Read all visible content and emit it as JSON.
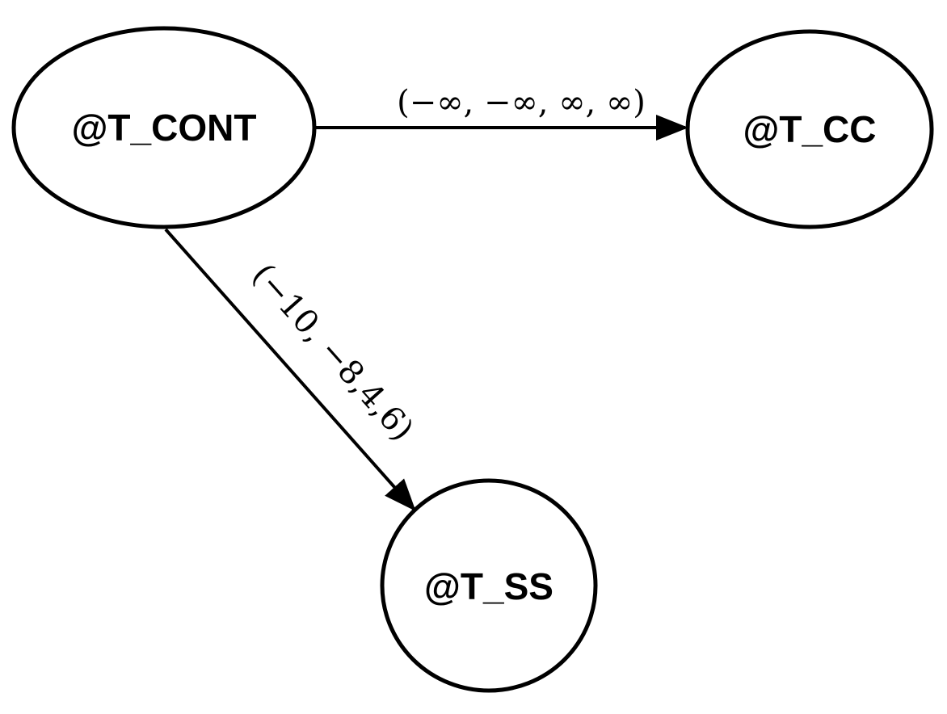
{
  "nodes": {
    "cont": "@T_CONT",
    "cc": "@T_CC",
    "ss": "@T_SS"
  },
  "edges": {
    "cont_to_cc": "(−∞, −∞, ∞, ∞)",
    "cont_to_ss": "(−10, −8,4,6)"
  },
  "colors": {
    "stroke": "#000000",
    "background": "#ffffff"
  }
}
